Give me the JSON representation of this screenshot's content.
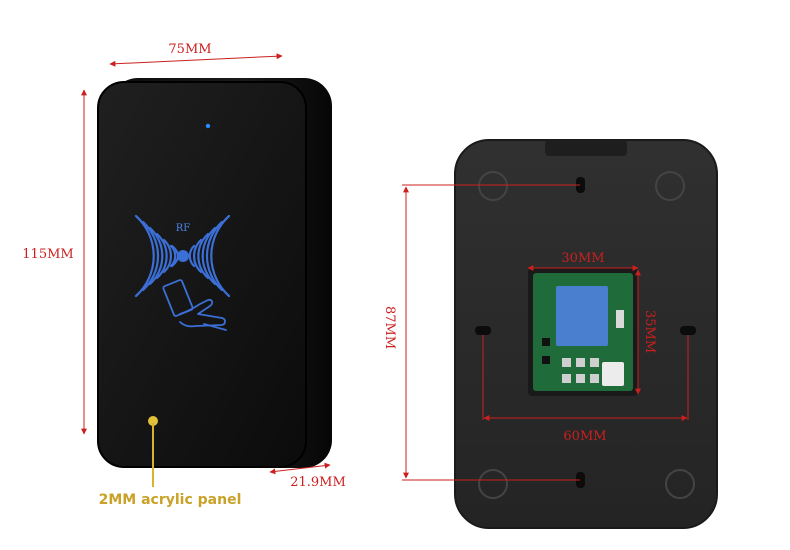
{
  "front_device": {
    "width_label": "75MM",
    "height_label": "115MM",
    "depth_label": "21.9MM",
    "rf_label": "RF",
    "panel_callout": "2MM acrylic panel"
  },
  "back_device": {
    "module_width_label": "30MM",
    "module_height_label": "35MM",
    "hole_spacing_h_label": "60MM",
    "hole_spacing_v_label": "87MM"
  },
  "colors": {
    "dimension_lines": "#cc1f1f",
    "callout": "#c9a227",
    "led": "#2b8cff",
    "rf_glow": "#3b6fd6",
    "device_body": "#141414",
    "back_plate": "#2b2b2b",
    "pcb": "#1f6b3a",
    "relay": "#4a7fd0"
  },
  "icons": [
    "rf-wave-icon",
    "card-hand-icon",
    "led-dot-icon"
  ]
}
